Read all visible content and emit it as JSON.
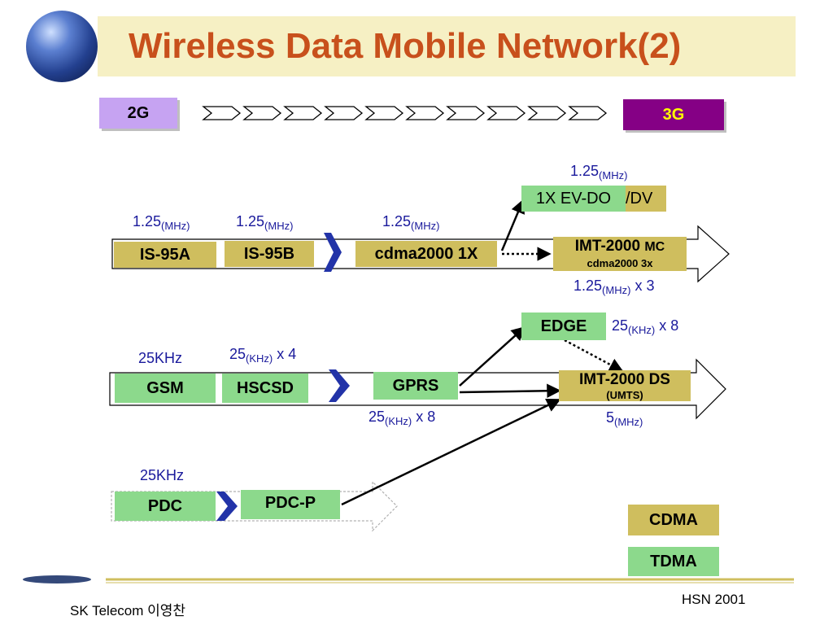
{
  "header": {
    "title": "Wireless Data Mobile Network(2)"
  },
  "evolution": {
    "from": "2G",
    "to": "3G"
  },
  "cdma_track": {
    "steps": [
      {
        "name": "IS-95A",
        "bw_value": "1.25",
        "bw_unit": "(MHz)"
      },
      {
        "name": "IS-95B",
        "bw_value": "1.25",
        "bw_unit": "(MHz)"
      },
      {
        "name": "cdma2000 1X",
        "bw_value": "1.25",
        "bw_unit": "(MHz)"
      }
    ],
    "evdo": {
      "part1": "1X EV-DO",
      "part2": "/DV",
      "bw_value": "1.25",
      "bw_unit": "(MHz)"
    },
    "target": {
      "line1": "IMT-2000 ",
      "line1_small": "MC",
      "line2": "cdma2000 3x",
      "bw_value": "1.25",
      "bw_unit": "(MHz)",
      "bw_suffix": " x 3"
    }
  },
  "gsm_track": {
    "gsm": {
      "name": "GSM",
      "bw": "25KHz"
    },
    "hscsd": {
      "name": "HSCSD",
      "bw_value": "25",
      "bw_unit": "(KHz)",
      "bw_suffix": " x 4"
    },
    "gprs": {
      "name": "GPRS",
      "bw_value": "25",
      "bw_unit": "(KHz)",
      "bw_suffix": " x 8"
    },
    "edge": {
      "name": "EDGE",
      "bw_value": "25",
      "bw_unit": "(KHz)",
      "bw_suffix": " x 8"
    },
    "target": {
      "line1": "IMT-2000 DS",
      "line2": "(UMTS)",
      "bw_value": "5",
      "bw_unit": "(MHz)"
    }
  },
  "pdc_track": {
    "pdc": {
      "name": "PDC",
      "bw": "25KHz"
    },
    "pdcp": {
      "name": "PDC-P"
    }
  },
  "legend": {
    "cdma": "CDMA",
    "tdma": "TDMA"
  },
  "footer": {
    "left": "SK Telecom 이영찬",
    "right": "HSN 2001"
  },
  "colors": {
    "title": "#c8501c",
    "title_band": "#f6f0c4",
    "tdma_green": "#8cd98c",
    "cdma_khaki": "#cfbe5e",
    "gen2": "#c6a3f2",
    "gen3": "#850085",
    "chevron": "#2233a8",
    "label_blue": "#1a1a9c"
  }
}
